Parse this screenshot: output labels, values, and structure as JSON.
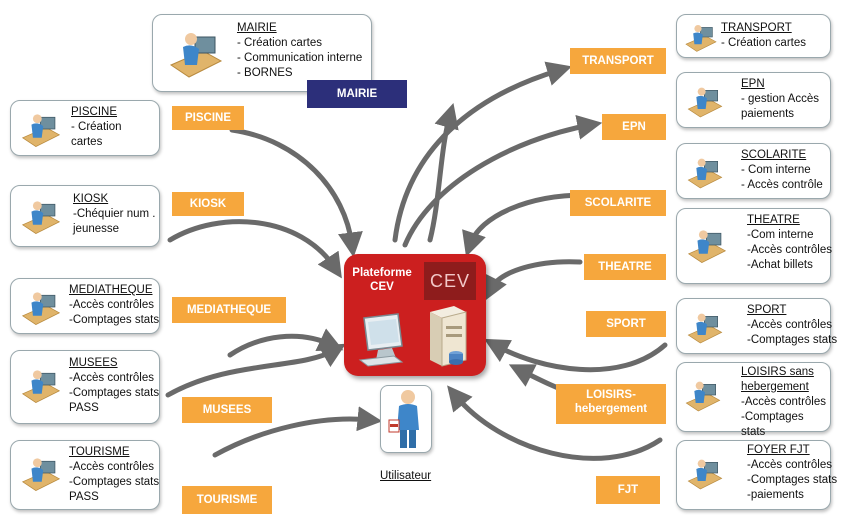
{
  "hub": {
    "title": "Plateforme CEV",
    "logo": "CEV"
  },
  "user": {
    "label": "Utilisateur",
    "icon": "person-icon"
  },
  "colors": {
    "orange": "#f6a73d",
    "navy": "#2c2f7a",
    "hub_red": "#cc1f1f"
  },
  "tags": {
    "mairie": "MAIRIE",
    "piscine": "PISCINE",
    "kiosk": "KIOSK",
    "mediatheque": "MEDIATHEQUE",
    "musees": "MUSEES",
    "tourisme": "TOURISME",
    "transport": "TRANSPORT",
    "epn": "EPN",
    "scolarite": "SCOLARITE",
    "theatre": "THEATRE",
    "sport": "SPORT",
    "loisirs": "LOISIRS-hebergement",
    "fjt": "FJT"
  },
  "cards": {
    "mairie": {
      "title": "MAIRIE",
      "lines": [
        "- Création cartes",
        "- Communication interne",
        "- BORNES"
      ]
    },
    "piscine": {
      "title": "PISCINE",
      "lines": [
        "- Création",
        "cartes"
      ]
    },
    "kiosk": {
      "title": "KIOSK",
      "lines": [
        "-Chéquier num .",
        "jeunesse"
      ]
    },
    "mediatheque": {
      "title": "MEDIATHEQUE",
      "lines": [
        "-Accès contrôles",
        "-Comptages stats"
      ]
    },
    "musees": {
      "title": "MUSEES",
      "lines": [
        "-Accès contrôles",
        "-Comptages stats",
        "PASS"
      ]
    },
    "tourisme": {
      "title": "TOURISME",
      "lines": [
        "-Accès contrôles",
        "-Comptages stats",
        "PASS"
      ]
    },
    "transport": {
      "title": "TRANSPORT",
      "lines": [
        "- Création cartes"
      ]
    },
    "epn": {
      "title": "EPN",
      "lines": [
        "- gestion Accès",
        "paiements"
      ]
    },
    "scolarite": {
      "title": "SCOLARITE",
      "lines": [
        "- Com interne",
        "- Accès contrôle"
      ]
    },
    "theatre": {
      "title": "THEATRE",
      "lines": [
        "-Com interne",
        "-Accès contrôles",
        "-Achat billets"
      ]
    },
    "sport": {
      "title": "SPORT",
      "lines": [
        "-Accès contrôles",
        "-Comptages stats"
      ]
    },
    "loisirs": {
      "title": "LOISIRS sans hebergement",
      "lines": [
        "-Accès contrôles",
        "-Comptages stats"
      ]
    },
    "fjt": {
      "title": "FOYER FJT",
      "lines": [
        "-Accès contrôles",
        "-Comptages stats",
        "-paiements"
      ]
    }
  }
}
